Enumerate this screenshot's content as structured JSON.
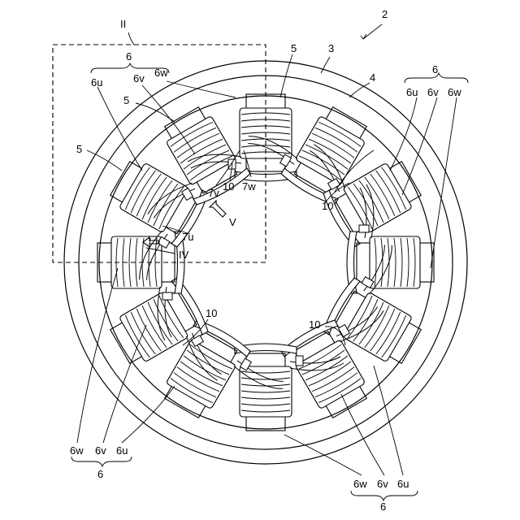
{
  "labels": {
    "fig_ref": "2",
    "detail_ref": "II",
    "view_ref": "V",
    "section_ref": "IV",
    "item_3": "3",
    "item_4": "4",
    "item_5": "5",
    "item_6": "6",
    "item_6u": "6u",
    "item_6v": "6v",
    "item_6w": "6w",
    "item_7u": "7u",
    "item_7v": "7v",
    "item_7w": "7w",
    "item_10": "10"
  }
}
